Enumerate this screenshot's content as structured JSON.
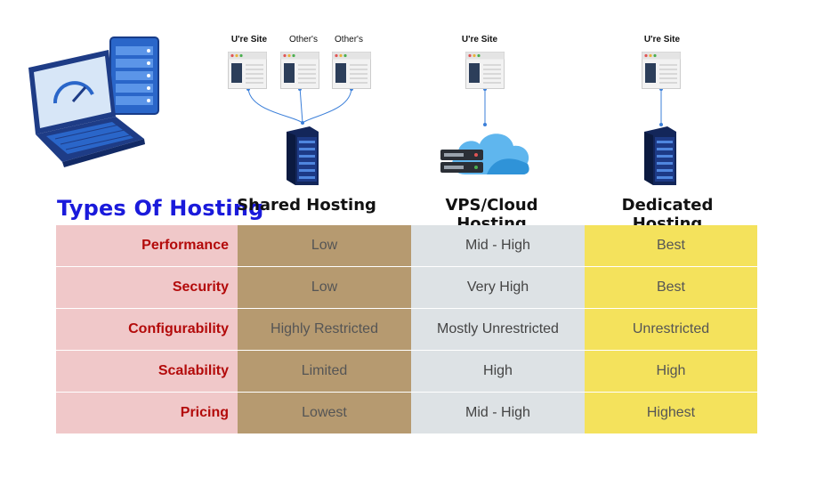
{
  "top_labels": {
    "shared_1": "U're Site",
    "shared_2": "Other's",
    "shared_3": "Other's",
    "vps": "U're Site",
    "dedicated": "U're Site"
  },
  "heading": "Types Of Hosting",
  "columns": [
    "Shared Hosting",
    "VPS/Cloud Hosting",
    "Dedicated Hosting"
  ],
  "rows": [
    {
      "label": "Performance",
      "shared": "Low",
      "vps": "Mid - High",
      "dedicated": "Best"
    },
    {
      "label": "Security",
      "shared": "Low",
      "vps": "Very High",
      "dedicated": "Best"
    },
    {
      "label": "Configurability",
      "shared": "Highly Restricted",
      "vps": "Mostly Unrestricted",
      "dedicated": "Unrestricted"
    },
    {
      "label": "Scalability",
      "shared": "Limited",
      "vps": "High",
      "dedicated": "High"
    },
    {
      "label": "Pricing",
      "shared": "Lowest",
      "vps": "Mid - High",
      "dedicated": "Highest"
    }
  ],
  "colors": {
    "heading": "#1a1adb",
    "row_label": "#b30a0a",
    "label_bg": "#f0c8c9",
    "shared_bg": "#b69a70",
    "vps_bg": "#dde2e5",
    "dedicated_bg": "#f4e25c",
    "server": "#1f3f8f"
  }
}
